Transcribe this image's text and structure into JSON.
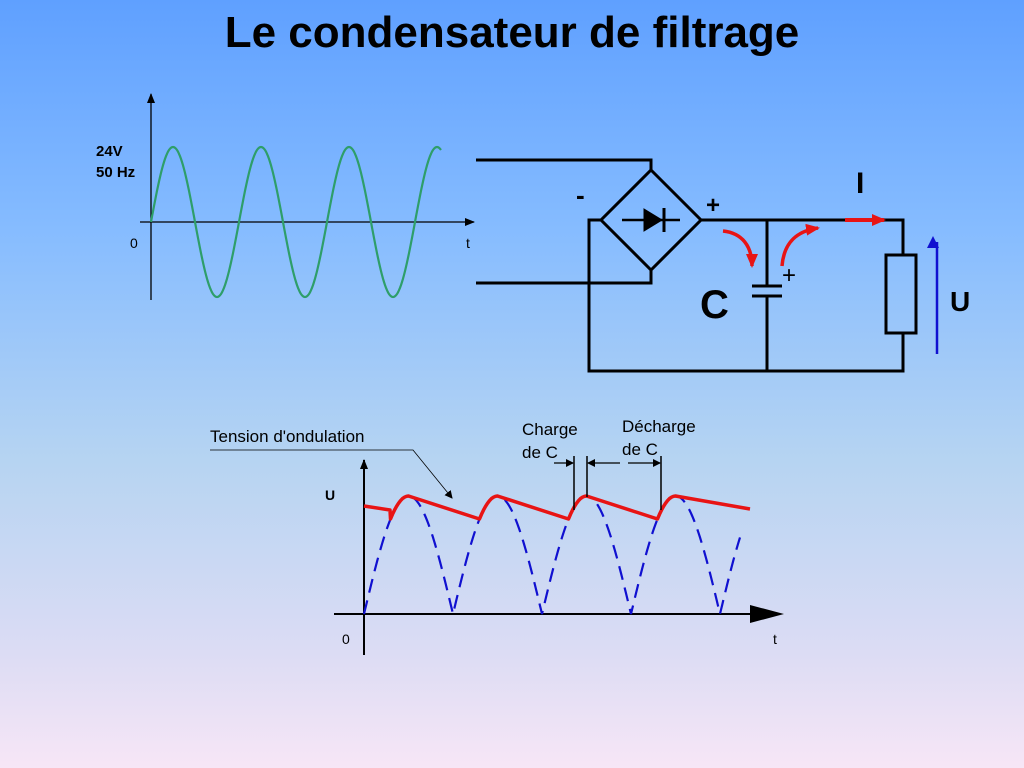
{
  "title": "Le condensateur de filtrage",
  "source_graph": {
    "amplitude_label": "24V",
    "frequency_label": "50 Hz",
    "origin_label": "0",
    "time_label": "t",
    "colors": {
      "sine": "#2e9e6a"
    }
  },
  "circuit": {
    "minus_label": "-",
    "plus_label": "+",
    "current_label": "I",
    "capacitor_label": "C",
    "capacitor_plus": "+",
    "voltage_label": "U",
    "colors": {
      "current_arrow": "#e81414",
      "voltage_arrow": "#1010d0",
      "wire": "#000000"
    }
  },
  "filtered_graph": {
    "ripple_label": "Tension d'ondulation",
    "charge_label_line1": "Charge",
    "charge_label_line2": "de C",
    "discharge_label_line1": "Décharge",
    "discharge_label_line2": "de C",
    "voltage_axis_label": "U",
    "origin_label": "0",
    "time_label": "t",
    "colors": {
      "filtered": "#e81414",
      "rectified": "#1010d0"
    }
  }
}
